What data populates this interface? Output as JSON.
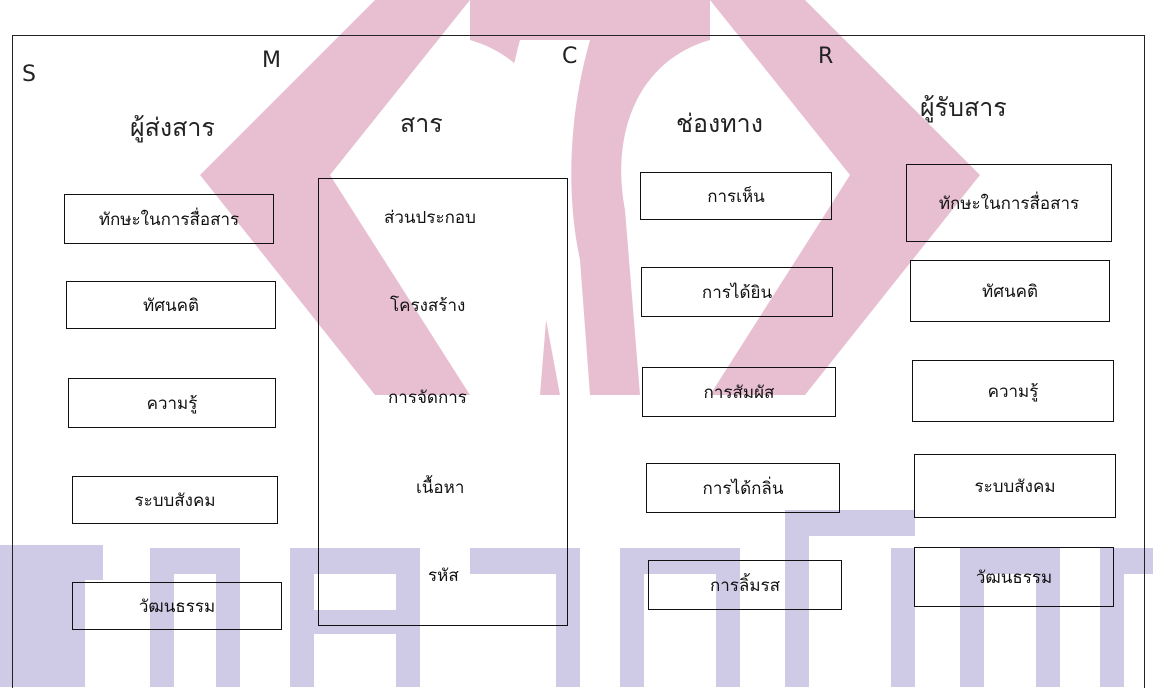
{
  "smcr": {
    "letters": {
      "s": "S",
      "m": "M",
      "c": "C",
      "r": "R"
    },
    "sender": {
      "heading": "ผู้ส่งสาร",
      "items": [
        "ทักษะในการสื่อสาร",
        "ทัศนคติ",
        "ความรู้",
        "ระบบสังคม",
        "วัฒนธรรม"
      ]
    },
    "message": {
      "heading": "สาร",
      "items": [
        "ส่วนประกอบ",
        "โครงสร้าง",
        "การจัดการ",
        "เนื้อหา",
        "รหัส"
      ]
    },
    "channel": {
      "heading": "ช่องทาง",
      "items": [
        "การเห็น",
        "การได้ยิน",
        "การสัมผัส",
        "การได้กลิ่น",
        "การลิ้มรส"
      ]
    },
    "receiver": {
      "heading": "ผู้รับสาร",
      "items": [
        "ทักษะในการสื่อสาร",
        "ทัศนคติ",
        "ความรู้",
        "ระบบสังคม",
        "วัฒนธรรม"
      ]
    }
  },
  "colors": {
    "watermark_pink": "#e8bfd0",
    "watermark_lavender": "#cfcbe6",
    "line": "#111111"
  }
}
